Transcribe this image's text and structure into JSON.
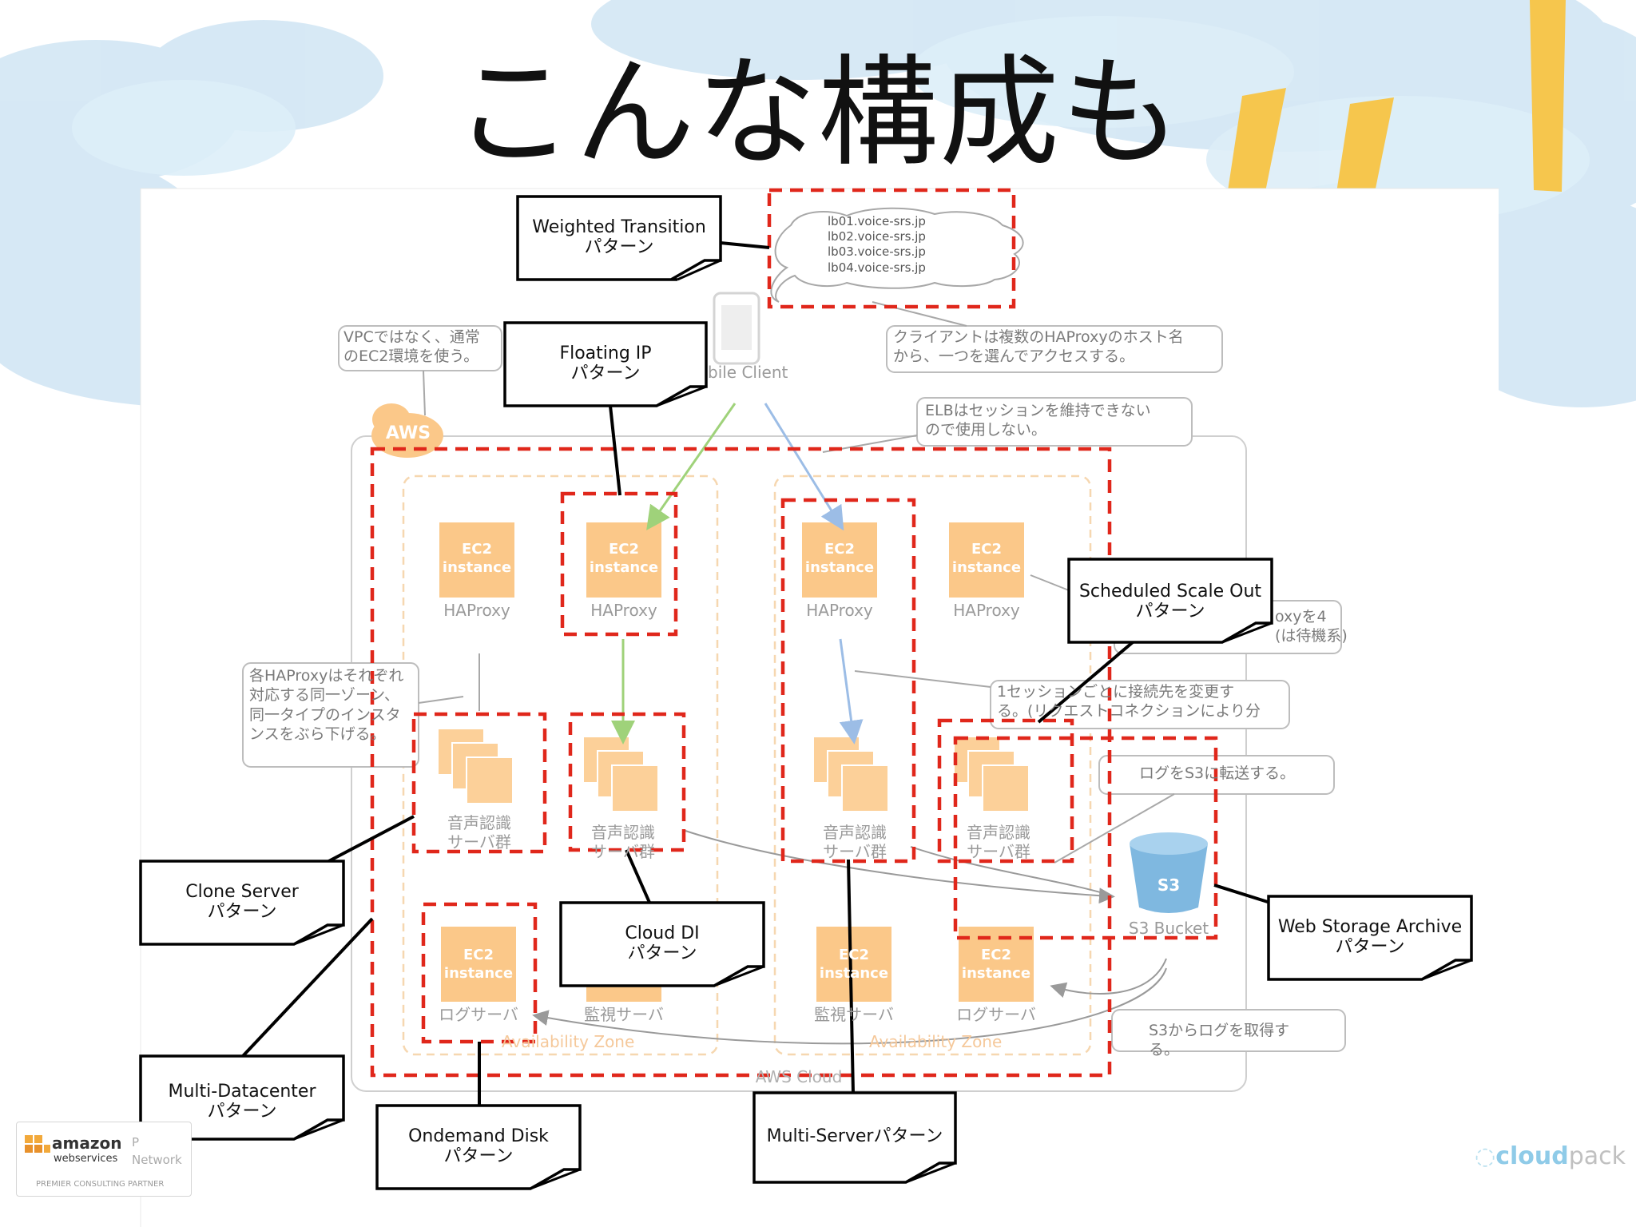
{
  "slide": {
    "title": "こんな構成も"
  },
  "callouts": {
    "weighted_transition": "Weighted Transition\nパターン",
    "floating_ip": "Floating IP\nパターン",
    "scheduled_scale_out": "Scheduled Scale Out\nパターン",
    "clone_server": "Clone Server\nパターン",
    "cloud_di": "Cloud DI\nパターン",
    "web_storage_archive": "Web Storage Archive\nパターン",
    "multi_datacenter": "Multi-Datacenter\nパターン",
    "ondemand_disk": "Ondemand Disk\nパターン",
    "multi_server": "Multi-Serverパターン"
  },
  "notes": {
    "hosts": [
      "lb01.voice-srs.jp",
      "lb02.voice-srs.jp",
      "lb03.voice-srs.jp",
      "lb04.voice-srs.jp"
    ],
    "vpc": "VPCではなく、通常\nのEC2環境を使う。",
    "client_hosts": "クライアントは複数のHAProxyのホスト名\nから、一つを選んでアクセスする。",
    "elb": "ELBはセッションを維持できない\nので使用しない。",
    "haproxy_zone": "各HAProxyはそれぞれ\n対応する同一ゾーン、\n同一タイプのインスタ\nンスをぶら下げる。",
    "haproxy_four": "oxyを4\n(は待機系)",
    "session": "1セッションごとに接続先を変更す\nる。(リクエストコネクションにより分",
    "log_to_s3": "ログをS3に転送する。",
    "s3_fetch": "S3からログを取得す\nる。"
  },
  "diagram": {
    "mobile_client": "bile Client",
    "aws_badge": "AWS",
    "aws_cloud": "AWS Cloud",
    "ec2_line1": "EC2",
    "ec2_line2": "instance",
    "haproxy": "HAProxy",
    "voice_cluster": "音声認識\nサーバ群",
    "log_server": "ログサーバ",
    "monitor_server": "監視サーバ",
    "availability_zone": "Availability Zone",
    "s3": "S3",
    "s3_bucket": "S3 Bucket"
  },
  "branding": {
    "amazon": "amazon",
    "webservices": "webservices",
    "partner_line1": "P",
    "partner_line2": "Network",
    "consulting": "PREMIER CONSULTING PARTNER",
    "cloudpack_a": "cloud",
    "cloudpack_b": "pack"
  },
  "colors": {
    "red_dash": "#e0271b",
    "ec2_orange": "#fbc889",
    "cluster_orange": "#fcd099",
    "green_arrow": "#9fd27a",
    "blue_arrow": "#9cbde6",
    "s3_blue": "#7fb8e0",
    "zone_dash": "#f6d7b0"
  }
}
